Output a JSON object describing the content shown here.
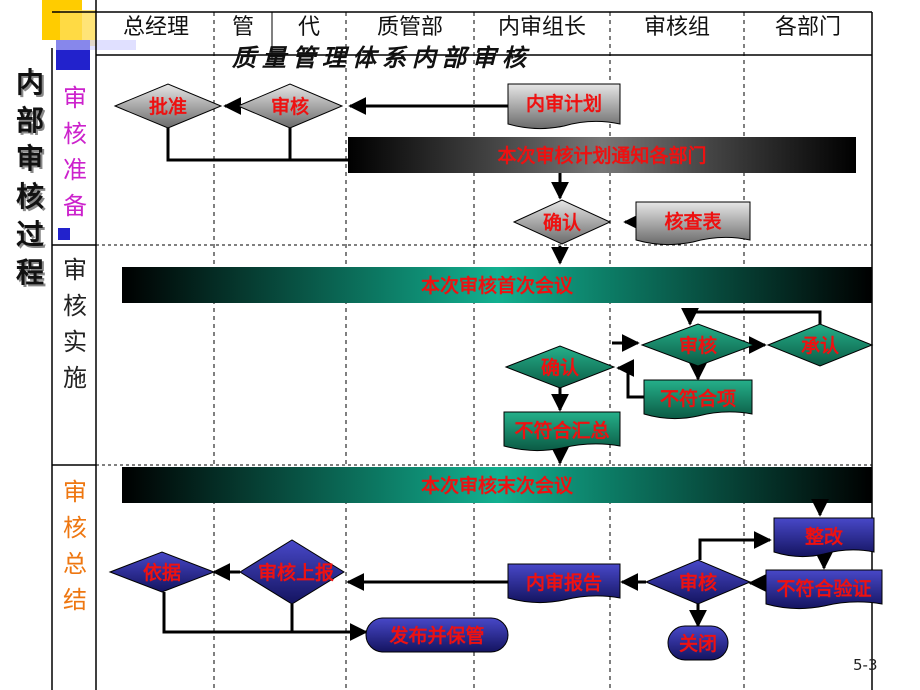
{
  "title": "质量管理体系内部审核",
  "vertical_title": [
    "内",
    "部",
    "审",
    "核",
    "过",
    "程"
  ],
  "columns": [
    "总经理",
    "管",
    "代",
    "质管部",
    "内审组长",
    "审核组",
    "各部门"
  ],
  "phases": [
    {
      "chars": [
        "审",
        "核",
        "准",
        "备"
      ],
      "color": "#cc22cc"
    },
    {
      "chars": [
        "审",
        "核",
        "实",
        "施"
      ],
      "color": "#222222"
    },
    {
      "chars": [
        "审",
        "核",
        "总",
        "结"
      ],
      "color": "#ee7711"
    }
  ],
  "bars": {
    "notify": "本次审核计划通知各部门",
    "first_meeting": "本次审核首次会议",
    "final_meeting": "本次审核末次会议"
  },
  "nodes": {
    "approve": "批准",
    "review1": "审核",
    "audit_plan": "内审计划",
    "confirm1": "确认",
    "checklist": "核查表",
    "review2": "审核",
    "acknowledge": "承认",
    "confirm2": "确认",
    "nonconformity": "不符合项",
    "nc_summary": "不符合汇总",
    "rectify": "整改",
    "nc_verify": "不符合验证",
    "review3": "审核",
    "audit_report": "内审报告",
    "report_up": "审核上报",
    "basis": "依据",
    "close": "关闭",
    "publish": "发布并保管"
  },
  "page_number": "5-3",
  "colors": {
    "node_text": "#ee1111",
    "diamond_purple": "#2a2a90",
    "diamond_green": "#127a5c",
    "bar_teal": "#0f8f72"
  }
}
